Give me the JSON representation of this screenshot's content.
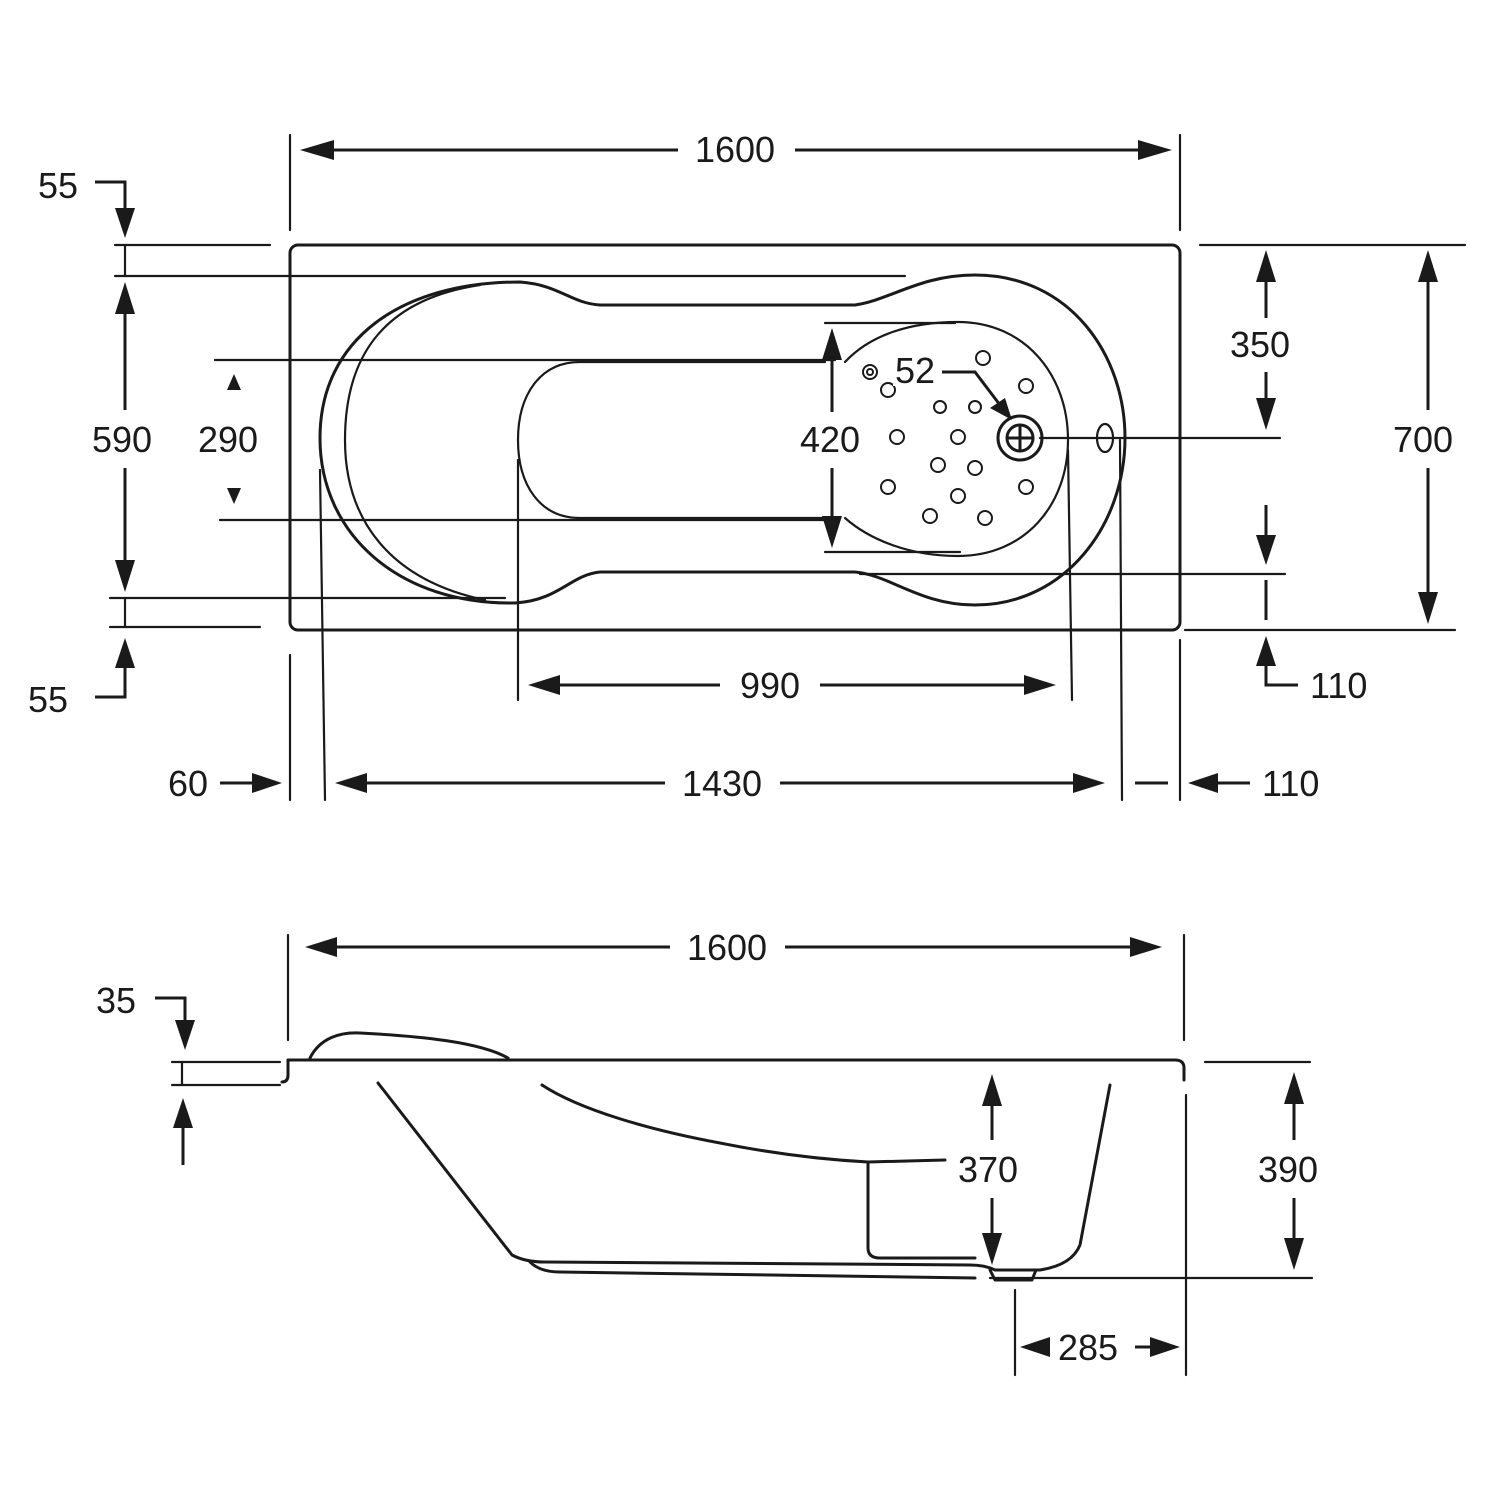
{
  "top_view": {
    "dimensions": {
      "overall_length": "1600",
      "rim_top": "55",
      "rim_bottom": "55",
      "inner_width": "590",
      "seat_width": "290",
      "jet_zone_width": "420",
      "jet_diameter": "52",
      "drain_offset": "350",
      "overall_width": "700",
      "lower_offset": "110",
      "seat_length": "990",
      "rim_left": "60",
      "inner_length": "1430",
      "rim_right": "110"
    }
  },
  "side_view": {
    "dimensions": {
      "overall_length": "1600",
      "rim_thickness": "35",
      "inner_depth": "370",
      "overall_height": "390",
      "drain_position": "285"
    }
  }
}
